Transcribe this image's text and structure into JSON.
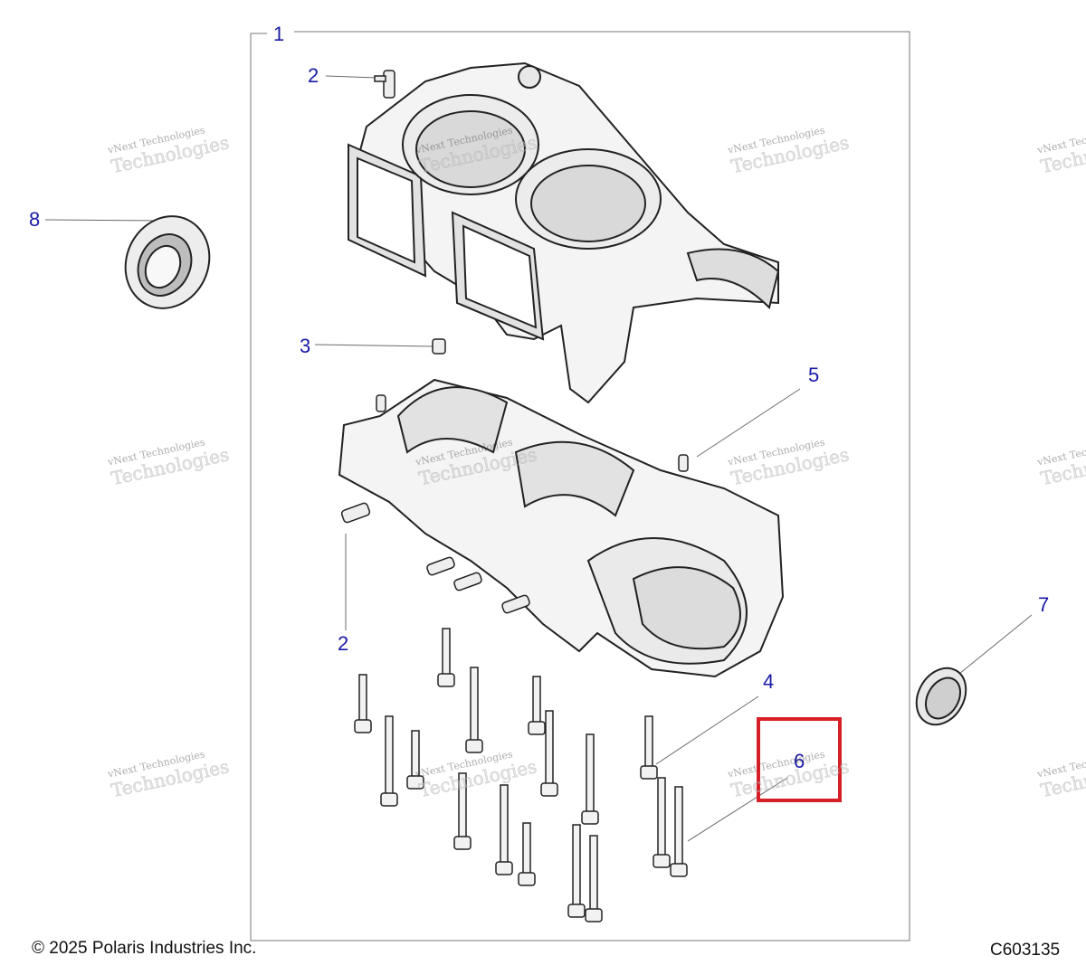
{
  "diagram": {
    "callouts": [
      {
        "id": "c1",
        "label": "1"
      },
      {
        "id": "c2a",
        "label": "2"
      },
      {
        "id": "c2b",
        "label": "2"
      },
      {
        "id": "c3",
        "label": "3"
      },
      {
        "id": "c4",
        "label": "4"
      },
      {
        "id": "c5",
        "label": "5"
      },
      {
        "id": "c6",
        "label": "6"
      },
      {
        "id": "c7",
        "label": "7"
      },
      {
        "id": "c8",
        "label": "8"
      }
    ],
    "watermark": {
      "line1": "vNext Technologies",
      "line2": "Technologies",
      "mark": "vNext"
    },
    "highlight_color": "#d61f26",
    "callout_color": "#1a1aa6"
  },
  "footer": {
    "copyright": "© 2025 Polaris Industries Inc.",
    "part_code": "C603135"
  }
}
